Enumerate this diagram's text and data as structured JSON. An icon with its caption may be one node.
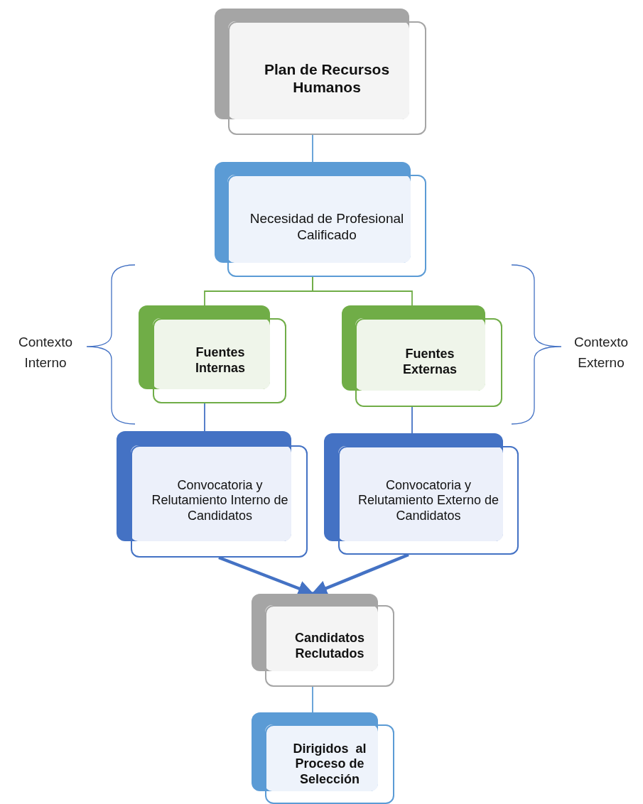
{
  "diagram": {
    "nodes": [
      {
        "text": [
          "Plan de Recursos Humanos"
        ]
      },
      {
        "text": [
          "Necesidad de Profesional Calificado"
        ]
      },
      {
        "text": [
          "Fuentes Internas"
        ]
      },
      {
        "text": [
          "Fuentes Externas"
        ]
      },
      {
        "text": [
          "Convocatoria y Relutamiento Interno de Candidatos"
        ]
      },
      {
        "text": [
          "Convocatoria y Relutamiento Externo de Candidatos"
        ]
      },
      {
        "text": [
          "Candidatos Reclutados"
        ]
      },
      {
        "text": [
          "Dirigidos  al Proceso de Selección"
        ]
      }
    ],
    "edges": [
      {
        "from": 0,
        "to": 1,
        "arrow": "none",
        "color": "#5b9bd5"
      },
      {
        "from": 1,
        "to": 2,
        "arrow": "none",
        "color": "#70ad47"
      },
      {
        "from": 1,
        "to": 3,
        "arrow": "none",
        "color": "#70ad47"
      },
      {
        "from": 2,
        "to": 4,
        "arrow": "none"
      },
      {
        "from": 3,
        "to": 5,
        "arrow": "none"
      },
      {
        "from": 4,
        "to": 6,
        "arrow": "to",
        "style": "thick"
      },
      {
        "from": 5,
        "to": 6,
        "arrow": "to",
        "style": "thick"
      },
      {
        "from": 6,
        "to": 7,
        "arrow": "none",
        "color": "#5b9bd5"
      }
    ],
    "labels": [
      "Contexto Interno",
      "Contexto Externo"
    ]
  }
}
